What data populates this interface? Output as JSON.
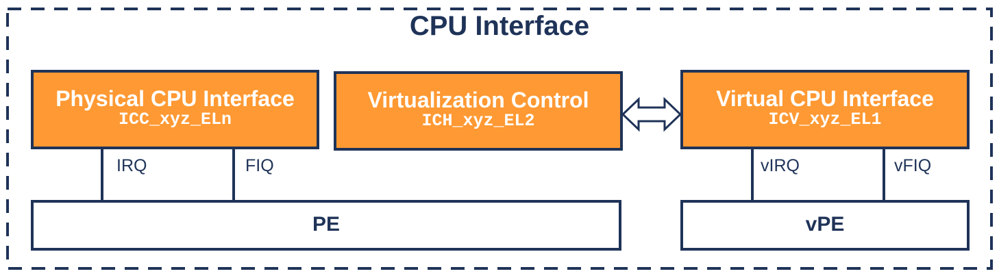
{
  "title": "CPU Interface",
  "blocks": {
    "physical": {
      "label": "Physical CPU Interface",
      "registers": "ICC_xyz_ELn"
    },
    "virtualization": {
      "label": "Virtualization Control",
      "registers": "ICH_xyz_EL2"
    },
    "virtual": {
      "label": "Virtual CPU Interface",
      "registers": "ICV_xyz_EL1"
    }
  },
  "signals": {
    "irq": "IRQ",
    "fiq": "FIQ",
    "virq": "vIRQ",
    "vfiq": "vFIQ"
  },
  "pe": {
    "label": "PE"
  },
  "vpe": {
    "label": "vPE"
  },
  "colors": {
    "navy": "#1f3358",
    "orange": "#ff9933"
  }
}
